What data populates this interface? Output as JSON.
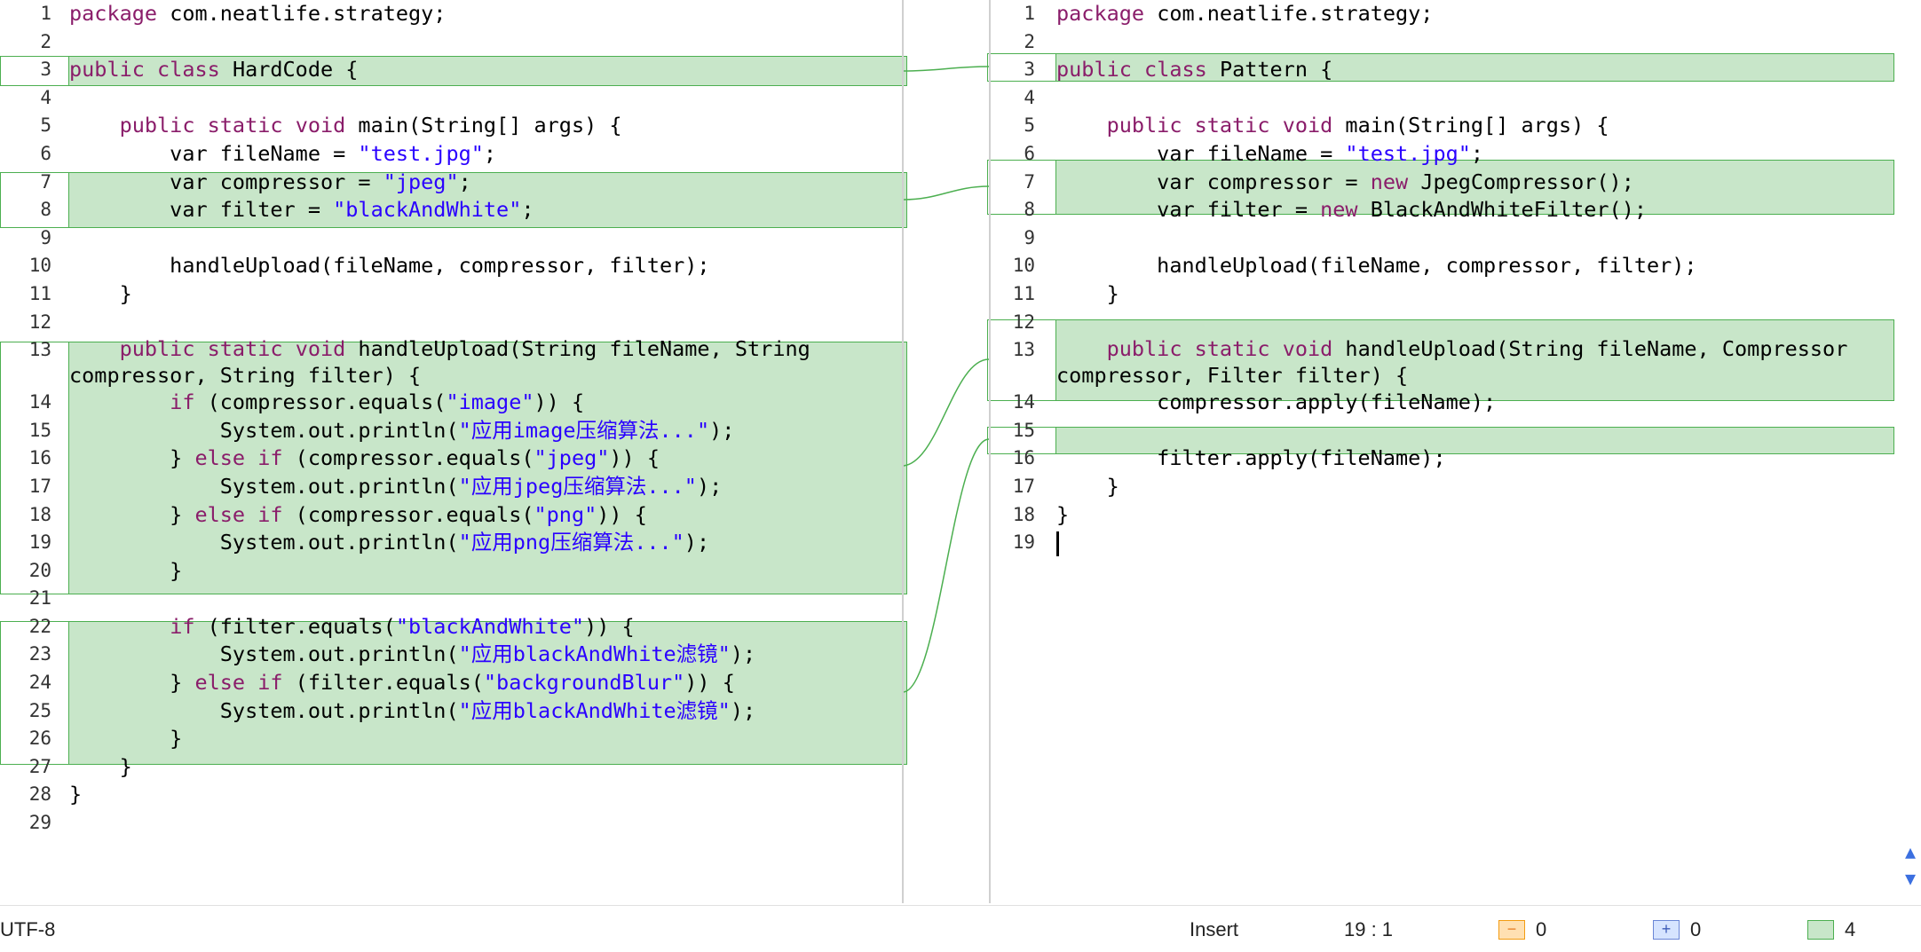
{
  "left": {
    "lines": [
      {
        "n": "1",
        "segs": [
          [
            "kw",
            "package"
          ],
          [
            "t",
            " com.neatlife.strategy;"
          ]
        ]
      },
      {
        "n": "2",
        "segs": []
      },
      {
        "n": "3",
        "segs": [
          [
            "kw",
            "public"
          ],
          [
            "t",
            " "
          ],
          [
            "kw",
            "class"
          ],
          [
            "t",
            " HardCode {"
          ]
        ]
      },
      {
        "n": "4",
        "segs": []
      },
      {
        "n": "5",
        "segs": [
          [
            "t",
            "    "
          ],
          [
            "kw",
            "public"
          ],
          [
            "t",
            " "
          ],
          [
            "kw",
            "static"
          ],
          [
            "t",
            " "
          ],
          [
            "kw",
            "void"
          ],
          [
            "t",
            " main(String[] args) {"
          ]
        ]
      },
      {
        "n": "6",
        "segs": [
          [
            "t",
            "        var fileName = "
          ],
          [
            "str",
            "\"test.jpg\""
          ],
          [
            "t",
            ";"
          ]
        ]
      },
      {
        "n": "7",
        "segs": [
          [
            "t",
            "        var compressor = "
          ],
          [
            "str",
            "\"jpeg\""
          ],
          [
            "t",
            ";"
          ]
        ]
      },
      {
        "n": "8",
        "segs": [
          [
            "t",
            "        var filter = "
          ],
          [
            "str",
            "\"blackAndWhite\""
          ],
          [
            "t",
            ";"
          ]
        ]
      },
      {
        "n": "9",
        "segs": []
      },
      {
        "n": "10",
        "segs": [
          [
            "t",
            "        handleUpload(fileName, compressor, filter);"
          ]
        ]
      },
      {
        "n": "11",
        "segs": [
          [
            "t",
            "    }"
          ]
        ]
      },
      {
        "n": "12",
        "segs": []
      },
      {
        "n": "13",
        "wrap": true,
        "segs": [
          [
            "t",
            "    "
          ],
          [
            "kw",
            "public"
          ],
          [
            "t",
            " "
          ],
          [
            "kw",
            "static"
          ],
          [
            "t",
            " "
          ],
          [
            "kw",
            "void"
          ],
          [
            "t",
            " handleUpload(String fileName, String compressor, String filter) {"
          ]
        ]
      },
      {
        "n": "14",
        "segs": [
          [
            "t",
            "        "
          ],
          [
            "kw",
            "if"
          ],
          [
            "t",
            " (compressor.equals("
          ],
          [
            "str",
            "\"image\""
          ],
          [
            "t",
            ")) {"
          ]
        ]
      },
      {
        "n": "15",
        "segs": [
          [
            "t",
            "            System.out.println("
          ],
          [
            "str",
            "\"应用image压缩算法...\""
          ],
          [
            "t",
            ");"
          ]
        ]
      },
      {
        "n": "16",
        "segs": [
          [
            "t",
            "        } "
          ],
          [
            "kw",
            "else"
          ],
          [
            "t",
            " "
          ],
          [
            "kw",
            "if"
          ],
          [
            "t",
            " (compressor.equals("
          ],
          [
            "str",
            "\"jpeg\""
          ],
          [
            "t",
            ")) {"
          ]
        ]
      },
      {
        "n": "17",
        "segs": [
          [
            "t",
            "            System.out.println("
          ],
          [
            "str",
            "\"应用jpeg压缩算法...\""
          ],
          [
            "t",
            ");"
          ]
        ]
      },
      {
        "n": "18",
        "segs": [
          [
            "t",
            "        } "
          ],
          [
            "kw",
            "else"
          ],
          [
            "t",
            " "
          ],
          [
            "kw",
            "if"
          ],
          [
            "t",
            " (compressor.equals("
          ],
          [
            "str",
            "\"png\""
          ],
          [
            "t",
            ")) {"
          ]
        ]
      },
      {
        "n": "19",
        "segs": [
          [
            "t",
            "            System.out.println("
          ],
          [
            "str",
            "\"应用png压缩算法...\""
          ],
          [
            "t",
            ");"
          ]
        ]
      },
      {
        "n": "20",
        "segs": [
          [
            "t",
            "        }"
          ]
        ]
      },
      {
        "n": "21",
        "segs": []
      },
      {
        "n": "22",
        "segs": [
          [
            "t",
            "        "
          ],
          [
            "kw",
            "if"
          ],
          [
            "t",
            " (filter.equals("
          ],
          [
            "str",
            "\"blackAndWhite\""
          ],
          [
            "t",
            ")) {"
          ]
        ]
      },
      {
        "n": "23",
        "segs": [
          [
            "t",
            "            System.out.println("
          ],
          [
            "str",
            "\"应用blackAndWhite滤镜\""
          ],
          [
            "t",
            ");"
          ]
        ]
      },
      {
        "n": "24",
        "segs": [
          [
            "t",
            "        } "
          ],
          [
            "kw",
            "else"
          ],
          [
            "t",
            " "
          ],
          [
            "kw",
            "if"
          ],
          [
            "t",
            " (filter.equals("
          ],
          [
            "str",
            "\"backgroundBlur\""
          ],
          [
            "t",
            ")) {"
          ]
        ]
      },
      {
        "n": "25",
        "segs": [
          [
            "t",
            "            System.out.println("
          ],
          [
            "str",
            "\"应用blackAndWhite滤镜\""
          ],
          [
            "t",
            ");"
          ]
        ]
      },
      {
        "n": "26",
        "segs": [
          [
            "t",
            "        }"
          ]
        ]
      },
      {
        "n": "27",
        "segs": [
          [
            "t",
            "    }"
          ]
        ]
      },
      {
        "n": "28",
        "segs": [
          [
            "t",
            "}"
          ]
        ]
      },
      {
        "n": "29",
        "segs": []
      }
    ]
  },
  "right": {
    "lines": [
      {
        "n": "1",
        "segs": [
          [
            "kw",
            "package"
          ],
          [
            "t",
            " com.neatlife.strategy;"
          ]
        ]
      },
      {
        "n": "2",
        "segs": []
      },
      {
        "n": "3",
        "segs": [
          [
            "kw",
            "public"
          ],
          [
            "t",
            " "
          ],
          [
            "kw",
            "class"
          ],
          [
            "t",
            " Pattern {"
          ]
        ]
      },
      {
        "n": "4",
        "segs": []
      },
      {
        "n": "5",
        "segs": [
          [
            "t",
            "    "
          ],
          [
            "kw",
            "public"
          ],
          [
            "t",
            " "
          ],
          [
            "kw",
            "static"
          ],
          [
            "t",
            " "
          ],
          [
            "kw",
            "void"
          ],
          [
            "t",
            " main(String[] args) {"
          ]
        ]
      },
      {
        "n": "6",
        "segs": [
          [
            "t",
            "        var fileName = "
          ],
          [
            "str",
            "\"test.jpg\""
          ],
          [
            "t",
            ";"
          ]
        ]
      },
      {
        "n": "7",
        "segs": [
          [
            "t",
            "        var compressor = "
          ],
          [
            "kw",
            "new"
          ],
          [
            "t",
            " JpegCompressor();"
          ]
        ]
      },
      {
        "n": "8",
        "segs": [
          [
            "t",
            "        var filter = "
          ],
          [
            "kw",
            "new"
          ],
          [
            "t",
            " BlackAndWhiteFilter();"
          ]
        ]
      },
      {
        "n": "9",
        "segs": []
      },
      {
        "n": "10",
        "segs": [
          [
            "t",
            "        handleUpload(fileName, compressor, filter);"
          ]
        ]
      },
      {
        "n": "11",
        "segs": [
          [
            "t",
            "    }"
          ]
        ]
      },
      {
        "n": "12",
        "segs": []
      },
      {
        "n": "13",
        "wrap": true,
        "segs": [
          [
            "t",
            "    "
          ],
          [
            "kw",
            "public"
          ],
          [
            "t",
            " "
          ],
          [
            "kw",
            "static"
          ],
          [
            "t",
            " "
          ],
          [
            "kw",
            "void"
          ],
          [
            "t",
            " handleUpload(String fileName, Compressor compressor, Filter filter) {"
          ]
        ]
      },
      {
        "n": "14",
        "segs": [
          [
            "t",
            "        compressor.apply(fileName);"
          ]
        ]
      },
      {
        "n": "15",
        "segs": []
      },
      {
        "n": "16",
        "segs": [
          [
            "t",
            "        filter.apply(fileName);"
          ]
        ]
      },
      {
        "n": "17",
        "segs": [
          [
            "t",
            "    }"
          ]
        ]
      },
      {
        "n": "18",
        "segs": [
          [
            "t",
            "}"
          ]
        ]
      },
      {
        "n": "19",
        "segs": [],
        "cursor": true
      }
    ]
  },
  "status": {
    "encoding": "UTF-8",
    "mode": "Insert",
    "position": "19 : 1",
    "removed_count": "0",
    "added_count": "0",
    "changed_count": "4",
    "removed_symbol": "−",
    "added_symbol": "+"
  },
  "scroll": {
    "up_icon": "▲",
    "down_icon": "▼"
  },
  "colors": {
    "changed_fill": "#c8e6c9",
    "changed_border": "#4caf50",
    "keyword": "#8a1d6a",
    "string": "#2a00ff"
  }
}
